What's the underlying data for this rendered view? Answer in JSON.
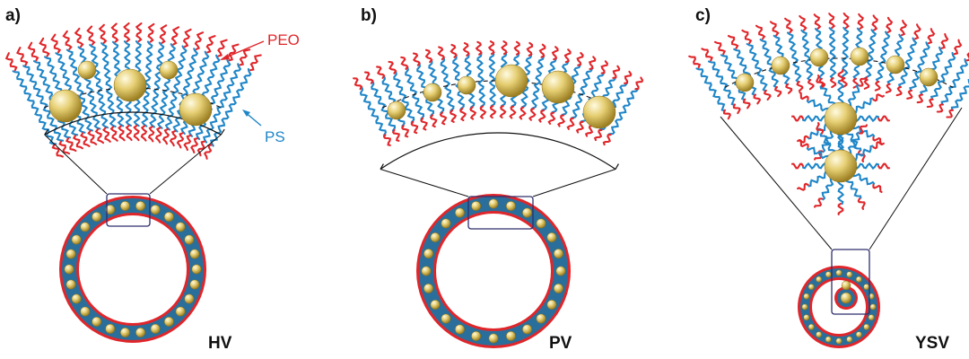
{
  "panels": [
    {
      "id": "a",
      "letter": "a)",
      "vesicle_label": "HV"
    },
    {
      "id": "b",
      "letter": "b)",
      "vesicle_label": "PV"
    },
    {
      "id": "c",
      "letter": "c)",
      "vesicle_label": "YSV"
    }
  ],
  "callouts": {
    "peo": "PEO",
    "ps": "PS"
  },
  "colors": {
    "peo": "#e0262a",
    "ps": "#1f86c8",
    "shell": "#2a6f9b",
    "gold": "#d9bf5a",
    "frame": "#2e2e6e"
  }
}
